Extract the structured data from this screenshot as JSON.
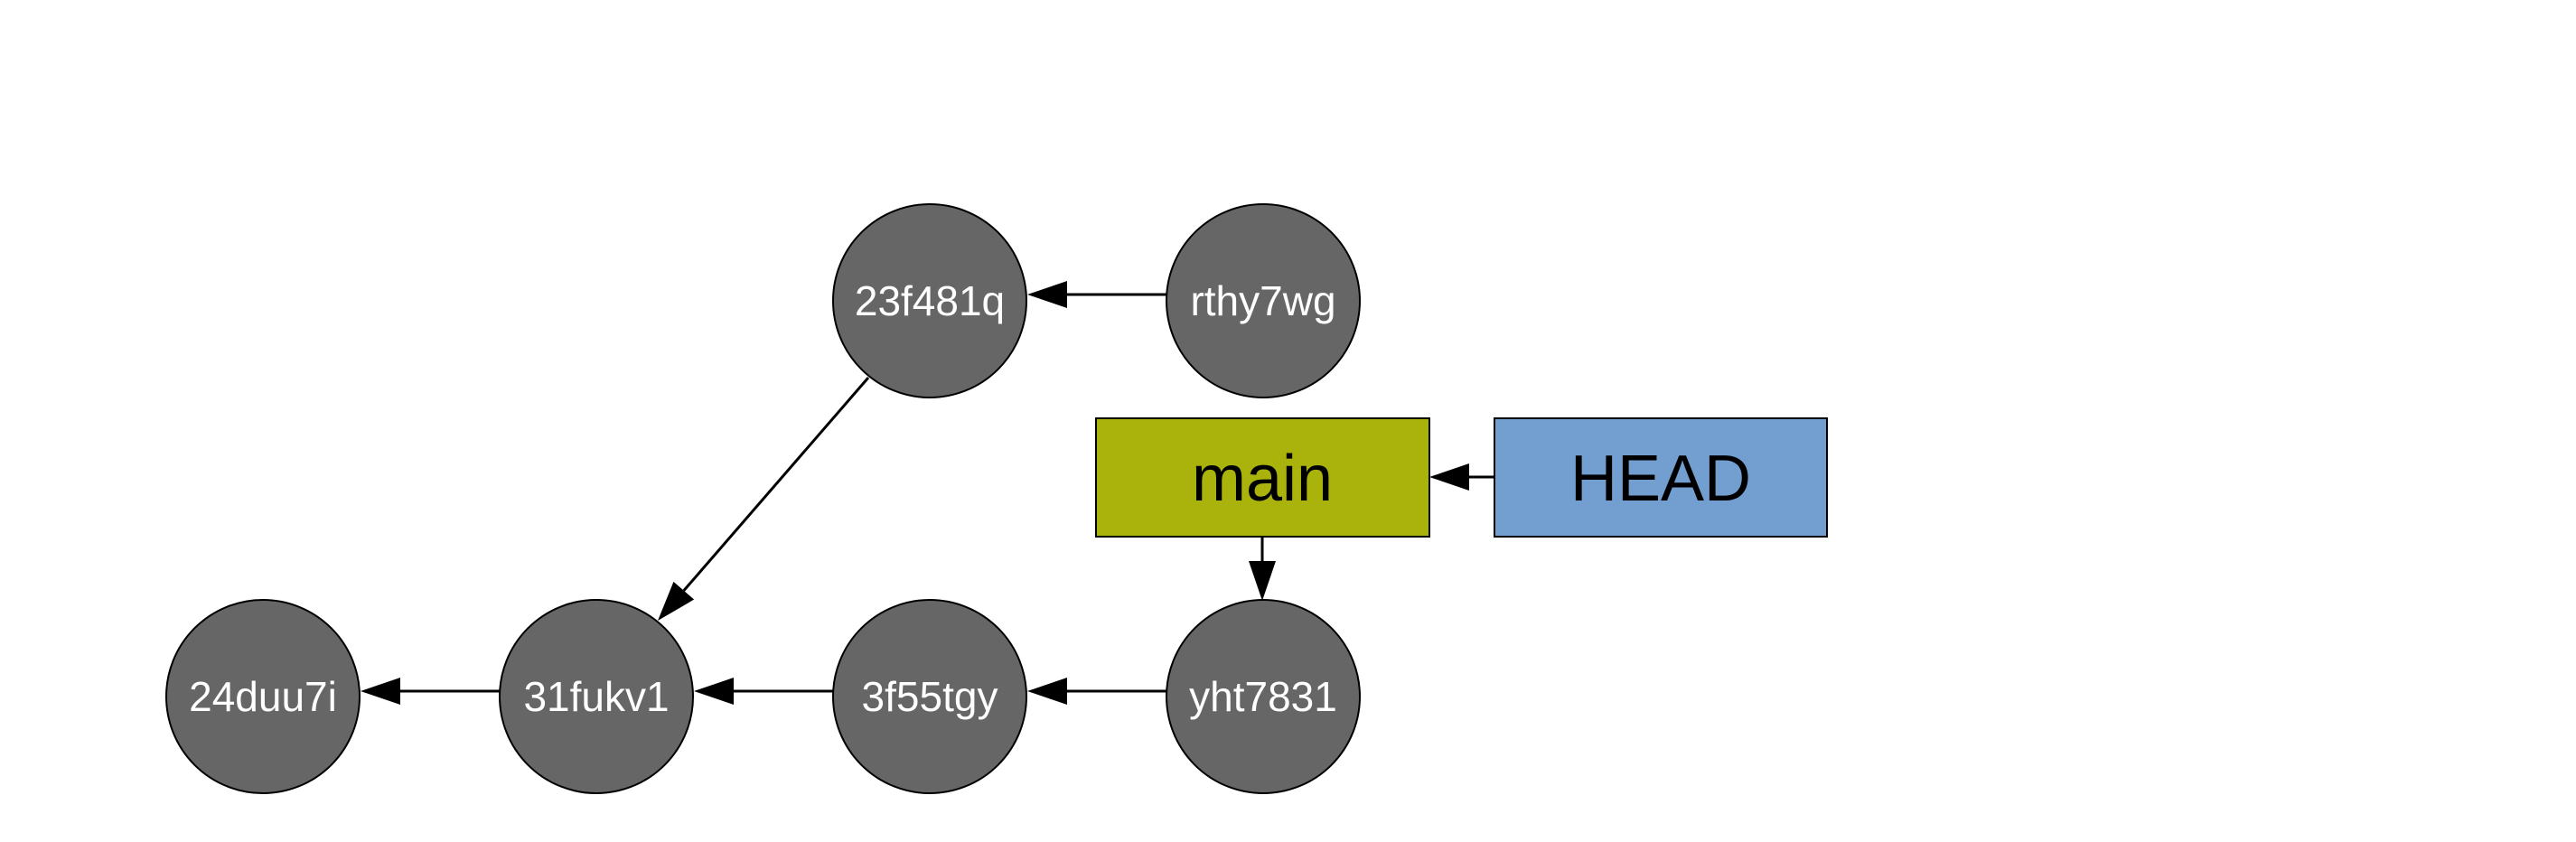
{
  "colors": {
    "commit_fill": "#666666",
    "outline": "#000000",
    "main_fill": "#aab20c",
    "head_fill": "#729fcf"
  },
  "commits": [
    {
      "id": "c1",
      "label": "24duu7i"
    },
    {
      "id": "c2",
      "label": "31fukv1"
    },
    {
      "id": "c3",
      "label": "3f55tgy"
    },
    {
      "id": "c4",
      "label": "yht7831"
    },
    {
      "id": "c5",
      "label": "23f481q"
    },
    {
      "id": "c6",
      "label": "rthy7wg"
    }
  ],
  "refs": {
    "main": {
      "label": "main",
      "points_to": "c4"
    },
    "head": {
      "label": "HEAD",
      "points_to": "main"
    }
  },
  "edges": [
    {
      "from": "c2",
      "to": "c1"
    },
    {
      "from": "c3",
      "to": "c2"
    },
    {
      "from": "c4",
      "to": "c3"
    },
    {
      "from": "c5",
      "to": "c2"
    },
    {
      "from": "c6",
      "to": "c5"
    },
    {
      "from": "main",
      "to": "c4"
    },
    {
      "from": "head",
      "to": "main"
    }
  ]
}
